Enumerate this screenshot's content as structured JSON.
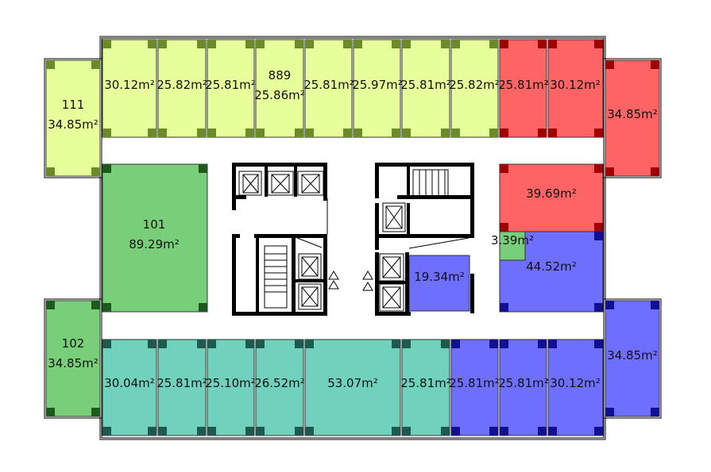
{
  "palette": {
    "yellow": "#e6ff9a",
    "red": "#ff6464",
    "green": "#79cf79",
    "teal": "#70d2bc",
    "blue": "#6e6eff",
    "yellow_col": "#6b8a2a",
    "red_col": "#a00000",
    "green_col": "#1d5a1d",
    "teal_col": "#1d5a4d",
    "blue_col": "#101090"
  },
  "rooms": [
    {
      "id": "n1",
      "color": "yellow",
      "lines": [
        "30.12m²"
      ]
    },
    {
      "id": "n2",
      "color": "yellow",
      "lines": [
        "25.82m²"
      ]
    },
    {
      "id": "n3",
      "color": "yellow",
      "lines": [
        "25.81m²"
      ]
    },
    {
      "id": "n4",
      "color": "yellow",
      "lines": [
        "889",
        "25.86m²"
      ]
    },
    {
      "id": "n5",
      "color": "yellow",
      "lines": [
        "25.81m²"
      ]
    },
    {
      "id": "n6",
      "color": "yellow",
      "lines": [
        "25.97m²"
      ]
    },
    {
      "id": "n7",
      "color": "yellow",
      "lines": [
        "25.81m²"
      ]
    },
    {
      "id": "n8",
      "color": "yellow",
      "lines": [
        "25.82m²"
      ]
    },
    {
      "id": "n9",
      "color": "red",
      "lines": [
        "25.81m²"
      ]
    },
    {
      "id": "n10",
      "color": "red",
      "lines": [
        "30.12m²"
      ]
    },
    {
      "id": "wl1",
      "color": "yellow",
      "lines": [
        "111",
        "34.85m²"
      ]
    },
    {
      "id": "er1",
      "color": "red",
      "lines": [
        "34.85m²"
      ]
    },
    {
      "id": "w101",
      "color": "green",
      "lines": [
        "101",
        "89.29m²"
      ]
    },
    {
      "id": "e1",
      "color": "red",
      "lines": [
        "39.69m²"
      ]
    },
    {
      "id": "e2",
      "color": "blue",
      "lines": [
        "44.52m²"
      ]
    },
    {
      "id": "e3",
      "color": "green",
      "lines": [
        "3.39m²"
      ]
    },
    {
      "id": "c1",
      "color": "blue",
      "lines": [
        "19.34m²"
      ]
    },
    {
      "id": "wl2",
      "color": "green",
      "lines": [
        "102",
        "34.85m²"
      ]
    },
    {
      "id": "er2",
      "color": "blue",
      "lines": [
        "34.85m²"
      ]
    },
    {
      "id": "s1",
      "color": "teal",
      "lines": [
        "30.04m²"
      ]
    },
    {
      "id": "s2",
      "color": "teal",
      "lines": [
        "25.81m²"
      ]
    },
    {
      "id": "s3",
      "color": "teal",
      "lines": [
        "25.10m²"
      ]
    },
    {
      "id": "s4",
      "color": "teal",
      "lines": [
        "26.52m²"
      ]
    },
    {
      "id": "s5",
      "color": "teal",
      "lines": [
        "53.07m²"
      ]
    },
    {
      "id": "s6",
      "color": "teal",
      "lines": [
        "25.81m²"
      ]
    },
    {
      "id": "s7",
      "color": "blue",
      "lines": [
        "25.81m²"
      ]
    },
    {
      "id": "s8",
      "color": "blue",
      "lines": [
        "25.81m²"
      ]
    },
    {
      "id": "s9",
      "color": "blue",
      "lines": [
        "30.12m²"
      ]
    }
  ]
}
